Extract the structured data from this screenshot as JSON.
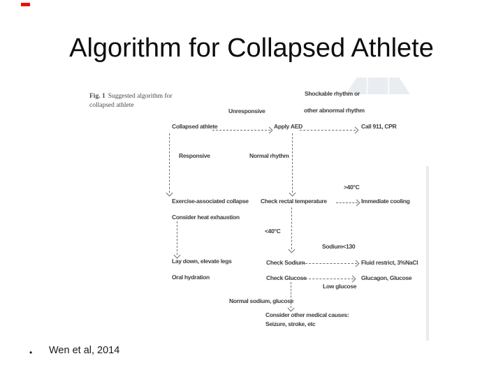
{
  "slide": {
    "title": "Algorithm for Collapsed Athlete",
    "bullet_glyph": "•",
    "citation": "Wen et al, 2014"
  },
  "figure": {
    "caption": {
      "label": "Fig. 1",
      "line1": "Suggested algorithm for",
      "line2": "collapsed athlete"
    },
    "flow": {
      "unresponsive": "Unresponsive",
      "shockable_line1": "Shockable rhythm or",
      "shockable_line2": "other abnormal rhythm",
      "collapsed_athlete": "Collapsed athlete",
      "apply_aed": "Apply AED",
      "call_911": "Call 911, CPR",
      "responsive": "Responsive",
      "normal_rhythm": "Normal rhythm",
      "gt40": ">40°C",
      "exercise_collapse": "Exercise-associated collapse",
      "check_rectal_temp": "Check rectal temperature",
      "immediate_cooling": "Immediate cooling",
      "heat_exhaustion": "Consider heat exhaustion",
      "lt40": "<40°C",
      "sodium_low_label": "Sodium<130",
      "lay_down": "Lay down, elevate legs",
      "check_sodium": "Check Sodium",
      "fluid_restrict": "Fluid restrict, 3%NaCl",
      "oral_hydration": "Oral hydration",
      "check_glucose": "Check Glucose",
      "glucagon_glucose": "Glucagon, Glucose",
      "low_glucose_label": "Low glucose",
      "normal_sodium_glucose": "Normal sodium, glucose",
      "other_causes_line1": "Consider other medical causes:",
      "other_causes_line2": "Seizure, stroke, etc"
    }
  },
  "colors": {
    "background": "#ffffff",
    "title_text": "#0d0d0d",
    "figure_text": "#3d3d3d",
    "connector": "#6e6e6e",
    "watermark": "#e9edf2",
    "scan_edge": "#ebebeb",
    "red_mark": "#e8100c"
  }
}
